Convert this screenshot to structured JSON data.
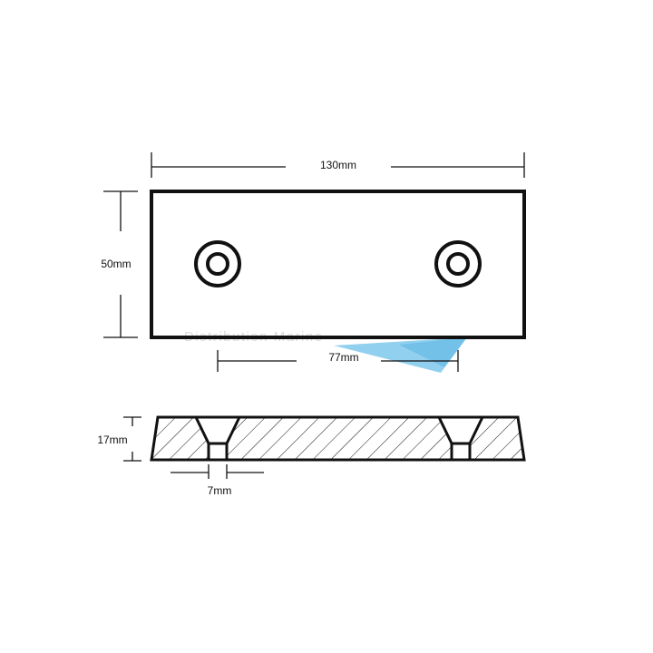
{
  "dimensions": {
    "length": "130mm",
    "width": "50mm",
    "hole_spacing": "77mm",
    "thickness": "17mm",
    "hole_diameter": "7mm"
  },
  "watermark": {
    "text": "Distribution Marine",
    "accent_color": "#7ec8ec"
  },
  "colors": {
    "line": "#111111",
    "background": "#ffffff"
  }
}
